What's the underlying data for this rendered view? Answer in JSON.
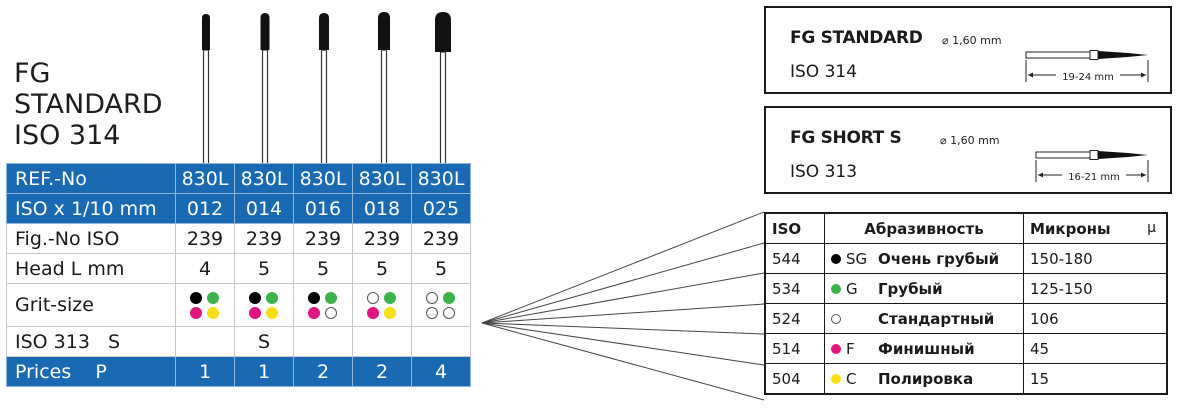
{
  "product": {
    "title_lines": [
      "FG",
      "STANDARD",
      "ISO 314"
    ]
  },
  "colors": {
    "header_blue": "#1a6ab3",
    "black": "#000000",
    "green": "#3bb54a",
    "magenta": "#e0157f",
    "yellow": "#f7e01a"
  },
  "spec_table": {
    "rows": [
      {
        "label": "REF.-No",
        "values": [
          "830L",
          "830L",
          "830L",
          "830L",
          "830L"
        ],
        "style": "blue"
      },
      {
        "label": "ISO x 1/10 mm",
        "values": [
          "012",
          "014",
          "016",
          "018",
          "025"
        ],
        "style": "blue"
      },
      {
        "label": "Fig.-No ISO",
        "values": [
          "239",
          "239",
          "239",
          "239",
          "239"
        ],
        "style": "plain"
      },
      {
        "label": "Head L mm",
        "values": [
          "4",
          "5",
          "5",
          "5",
          "5"
        ],
        "style": "plain"
      },
      {
        "label": "Grit-size",
        "values": [
          "",
          "",
          "",
          "",
          ""
        ],
        "style": "grit"
      },
      {
        "label": "ISO 313   S",
        "values": [
          "",
          "S",
          "",
          "",
          ""
        ],
        "style": "plain"
      },
      {
        "label": "Prices    P",
        "values": [
          "1",
          "1",
          "2",
          "2",
          "4"
        ],
        "style": "blue"
      }
    ],
    "grit_dots": [
      [
        "black",
        "green",
        "magenta",
        "yellow"
      ],
      [
        "black",
        "green",
        "magenta",
        "yellow"
      ],
      [
        "black",
        "green",
        "magenta",
        "white"
      ],
      [
        "white",
        "green",
        "magenta",
        "yellow"
      ],
      [
        "white",
        "green",
        "white",
        "white"
      ]
    ]
  },
  "shank_boxes": [
    {
      "name": "FG STANDARD",
      "diameter": "⌀ 1,60 mm",
      "iso": "ISO 314",
      "length": "19-24 mm"
    },
    {
      "name": "FG SHORT S",
      "diameter": "⌀ 1,60 mm",
      "iso": "ISO 313",
      "length": "16-21 mm"
    }
  ],
  "abrasive_table": {
    "headers": {
      "iso": "ISO",
      "abrasiveness": "Абразивность",
      "microns": "Микроны",
      "micro_symbol": "μ"
    },
    "rows": [
      {
        "iso": "544",
        "dot": "black",
        "code": "SG",
        "name": "Очень грубый",
        "microns": "150-180"
      },
      {
        "iso": "534",
        "dot": "green",
        "code": "G",
        "name": "Грубый",
        "microns": "125-150"
      },
      {
        "iso": "524",
        "dot": "white",
        "code": "",
        "name": "Стандартный",
        "microns": "106"
      },
      {
        "iso": "514",
        "dot": "magenta",
        "code": "F",
        "name": "Финишный",
        "microns": "45"
      },
      {
        "iso": "504",
        "dot": "yellow",
        "code": "C",
        "name": "Полировка",
        "microns": "15"
      }
    ]
  }
}
